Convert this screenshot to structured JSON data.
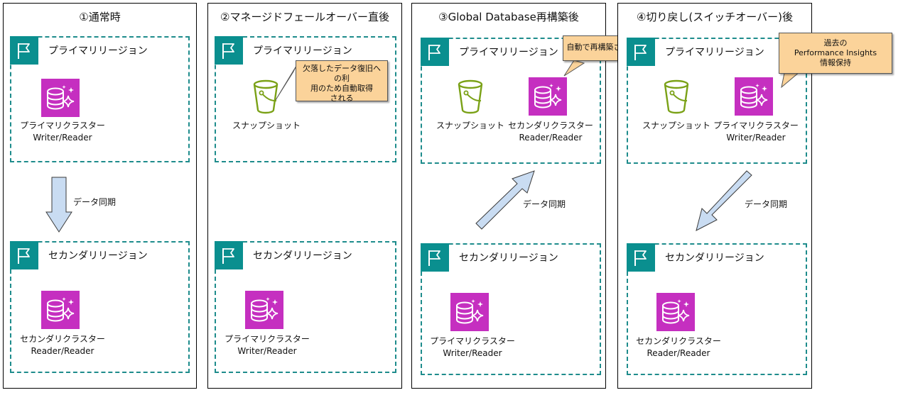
{
  "panels": [
    {
      "title": "①通常時",
      "top_region": "プライマリリージョン",
      "bottom_region": "セカンダリリージョン",
      "top_cluster": [
        "プライマリクラスター",
        "Writer/Reader"
      ],
      "bottom_cluster": [
        "セカンダリクラスター",
        "Reader/Reader"
      ],
      "sync_label": "データ同期",
      "arrow_direction": "down"
    },
    {
      "title": "②マネージドフェールオーバー直後",
      "top_region": "プライマリリージョン",
      "bottom_region": "セカンダリリージョン",
      "snapshot": "スナップショット",
      "bottom_cluster": [
        "プライマリクラスター",
        "Writer/Reader"
      ],
      "callout": [
        "欠落したデータ復旧への利",
        "用のため自動取得",
        "される"
      ]
    },
    {
      "title": "③Global Database再構築後",
      "top_region": "プライマリリージョン",
      "bottom_region": "セカンダリリージョン",
      "snapshot": "スナップショット",
      "top_cluster": [
        "セカンダリクラスター",
        "Reader/Reader"
      ],
      "bottom_cluster": [
        "プライマリクラスター",
        "Writer/Reader"
      ],
      "sync_label": "データ同期",
      "arrow_direction": "up-right",
      "callout": [
        "自動で再構築される"
      ]
    },
    {
      "title": "④切り戻し(スイッチオーバー)後",
      "top_region": "プライマリリージョン",
      "bottom_region": "セカンダリリージョン",
      "snapshot": "スナップショット",
      "top_cluster": [
        "プライマリクラスター",
        "Writer/Reader"
      ],
      "bottom_cluster": [
        "セカンダリクラスター",
        "Reader/Reader"
      ],
      "sync_label": "データ同期",
      "arrow_direction": "down-left",
      "callout": [
        "過去の",
        "Performance Insights",
        "情報保持"
      ]
    }
  ],
  "colors": {
    "region_border": "#1e8c8c",
    "flag": "#0a8f8f",
    "database": "#c52fc0",
    "bucket": "#7aa116",
    "callout": "#fbd39a",
    "arrow_fill": "#c9dcf2"
  },
  "icons": {
    "flag": "region-flag-icon",
    "database": "aurora-database-icon",
    "snapshot": "s3-bucket-icon"
  }
}
